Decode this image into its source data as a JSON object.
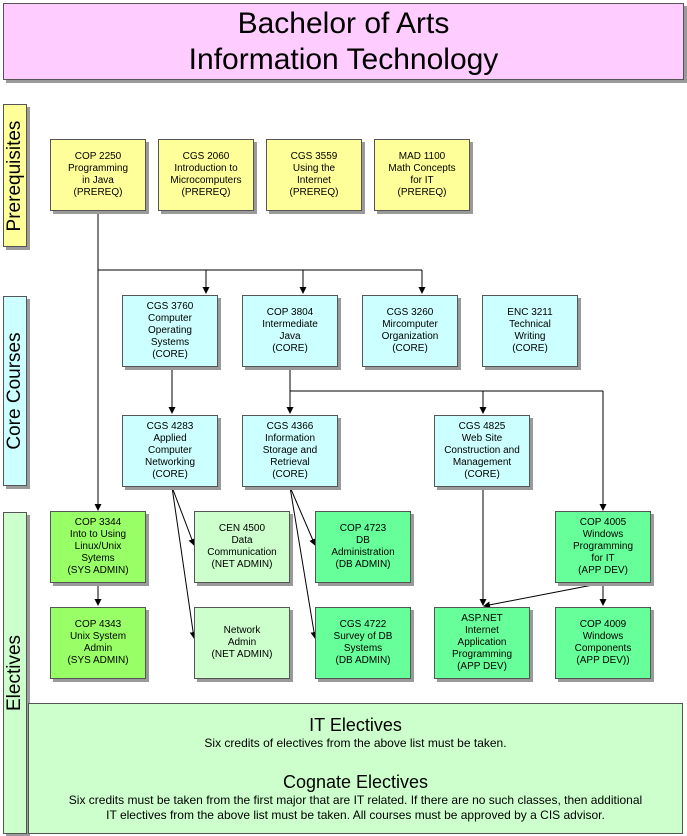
{
  "title": {
    "line1": "Bachelor of Arts",
    "line2": "Information Technology"
  },
  "sections": {
    "prerequisites": "Prerequisites",
    "core": "Core Courses",
    "electives": "Electives"
  },
  "courses": {
    "cop2250": [
      "COP 2250",
      "Programming",
      "in Java",
      "(PREREQ)"
    ],
    "cgs2060": [
      "CGS 2060",
      "Introduction to",
      "Microcomputers",
      "(PREREQ)"
    ],
    "cgs3559": [
      "CGS 3559",
      "Using the",
      "Internet",
      "(PREREQ)"
    ],
    "mad1100": [
      "MAD 1100",
      "Math Concepts",
      "for IT",
      "(PREREQ)"
    ],
    "cgs3760": [
      "CGS 3760",
      "Computer",
      "Operating",
      "Systems",
      "(CORE)"
    ],
    "cop3804": [
      "COP 3804",
      "Intermediate",
      "Java",
      "(CORE)"
    ],
    "cgs3260": [
      "CGS 3260",
      "Mircomputer",
      "Organization",
      "(CORE)"
    ],
    "enc3211": [
      "ENC 3211",
      "Technical",
      "Writing",
      "(CORE)"
    ],
    "cgs4283": [
      "CGS 4283",
      "Applied",
      "Computer",
      "Networking",
      "(CORE)"
    ],
    "cgs4366": [
      "CGS 4366",
      "Information",
      "Storage and",
      "Retrieval",
      "(CORE)"
    ],
    "cgs4825": [
      "CGS 4825",
      "Web Site",
      "Construction and",
      "Management",
      "(CORE)"
    ],
    "cop3344": [
      "COP 3344",
      "Into to Using",
      "Linux/Unix",
      "Sytems",
      "(SYS ADMIN)"
    ],
    "cen4500": [
      "CEN 4500",
      "Data",
      "Communication",
      "(NET ADMIN)"
    ],
    "cop4723": [
      "COP 4723",
      "DB",
      "Administration",
      "(DB ADMIN)"
    ],
    "cop4005": [
      "COP 4005",
      "Windows",
      "Programming",
      "for IT",
      "(APP DEV)"
    ],
    "cop4343": [
      "COP 4343",
      "Unix System",
      "Admin",
      "(SYS ADMIN)"
    ],
    "netadmin": [
      "Network",
      "Admin",
      "(NET ADMIN)"
    ],
    "cgs4722": [
      "CGS 4722",
      "Survey of DB",
      "Systems",
      "(DB ADMIN)"
    ],
    "aspnet": [
      "ASP.NET",
      "Internet",
      "Application",
      "Programming",
      "(APP DEV)"
    ],
    "cop4009": [
      "COP 4009",
      "Windows",
      "Components",
      "(APP DEV))"
    ]
  },
  "it_electives": {
    "heading": "IT Electives",
    "text": "Six credits of electives from the above list must be taken."
  },
  "cognate_electives": {
    "heading": "Cognate Electives",
    "line1": "Six credits must be taken from the first major that are IT related. If there are no such classes, then additional",
    "line2": "IT electives from the above list must be taken. All courses must be approved by a CIS advisor."
  },
  "colors": {
    "title_bg": "#ffccff",
    "prereq_bg": "#ffff99",
    "core_bg": "#ccffff",
    "sys_admin_bg": "#99ff66",
    "net_admin_bg": "#ccffcc",
    "db_app_bg": "#66ff99",
    "electives_note_bg": "#ccffcc"
  }
}
